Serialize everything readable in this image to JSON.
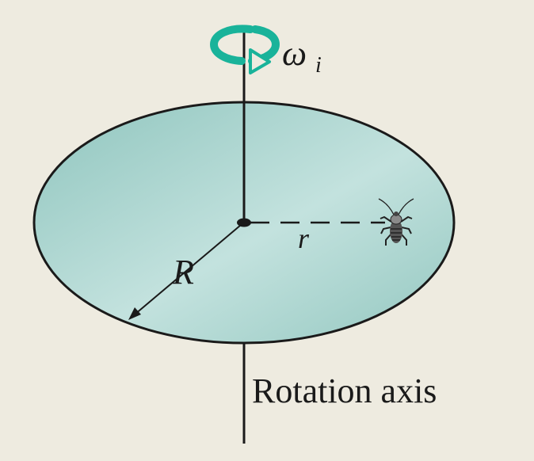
{
  "labels": {
    "omega_symbol": "ω",
    "omega_subscript": "i",
    "radius_R": "R",
    "radius_r": "r",
    "axis_caption": "Rotation axis"
  },
  "colors": {
    "background": "#eeebe0",
    "disk_fill": "#a9d4cf",
    "disk_edge": "#1a1a1a",
    "rotation_arrow": "#19b39a",
    "line": "#1a1a1a"
  },
  "icons": {
    "rotation": "curved-rotation-arrow-icon",
    "insect": "cockroach-icon"
  }
}
